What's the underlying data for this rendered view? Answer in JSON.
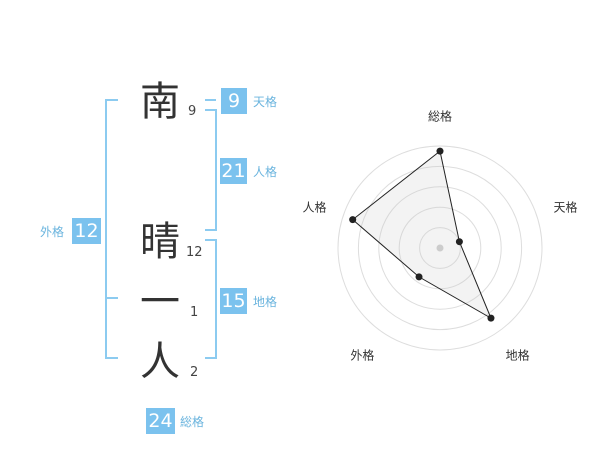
{
  "name": {
    "chars": [
      {
        "char": "南",
        "strokes": "9"
      },
      {
        "char": "晴",
        "strokes": "12"
      },
      {
        "char": "一",
        "strokes": "1"
      },
      {
        "char": "人",
        "strokes": "2"
      }
    ]
  },
  "kaku": {
    "tenkaku": {
      "value": "9",
      "label": "天格"
    },
    "jinkaku": {
      "value": "21",
      "label": "人格"
    },
    "chikaku": {
      "value": "15",
      "label": "地格"
    },
    "gaikaku": {
      "value": "12",
      "label": "外格"
    },
    "soukaku": {
      "value": "24",
      "label": "総格"
    }
  },
  "colors": {
    "badge": "#7bc2ee",
    "bracket": "#8ccbf0",
    "label": "#6ab4de",
    "text": "#333333"
  },
  "chart_data": {
    "type": "radar",
    "axes": [
      "総格",
      "天格",
      "地格",
      "外格",
      "人格"
    ],
    "values": [
      0.95,
      0.2,
      0.85,
      0.35,
      0.9
    ],
    "rings": 5,
    "range": [
      0,
      1
    ]
  }
}
